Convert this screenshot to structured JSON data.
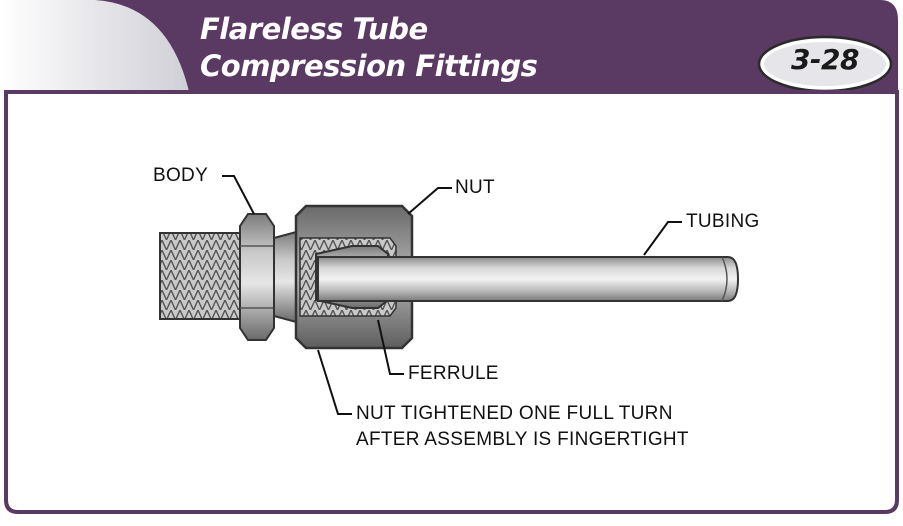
{
  "header": {
    "title_line1": "Flareless Tube",
    "title_line2": "Compression Fittings",
    "figure_number": "3-28"
  },
  "labels": {
    "body": "BODY",
    "nut": "NUT",
    "tubing": "TUBING",
    "ferrule": "FERRULE",
    "note_line1": "NUT TIGHTENED ONE FULL TURN",
    "note_line2": "AFTER ASSEMBLY IS FINGERTIGHT"
  },
  "colors": {
    "banner_purple": "#5a3963",
    "border_purple": "#5a3963",
    "metal_dark": "#6e6e6e",
    "metal_mid": "#a9a9a9",
    "metal_light": "#dcdcdc"
  }
}
